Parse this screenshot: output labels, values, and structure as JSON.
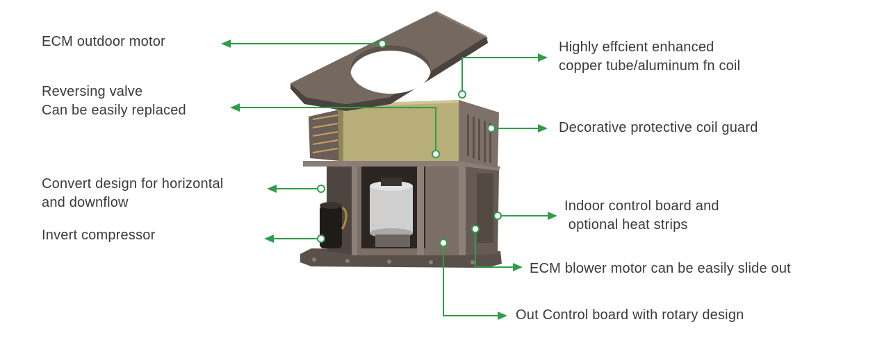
{
  "colors": {
    "leader": "#2f9d48",
    "text": "#3a3a3a",
    "housing": "#6b6059",
    "housing_dark": "#4b423d",
    "lid": "#75695f",
    "coil": "#b7ae7a",
    "motor": "#cfcfcf"
  },
  "labels": {
    "ecm_outdoor_motor": "ECM outdoor motor",
    "reversing_valve_line1": "Reversing valve",
    "reversing_valve_line2": "Can be easily replaced",
    "convert_design_line1": "Convert design for horizontal",
    "convert_design_line2": "and downflow",
    "invert_compressor": "Invert compressor",
    "coil_line1": "Highly effcient enhanced",
    "coil_line2": "copper tube/aluminum fn coil",
    "coil_guard": "Decorative protective coil guard",
    "indoor_board_line1": "Indoor control board and",
    "indoor_board_line2": " optional heat strips",
    "ecm_blower": "ECM blower motor can be easily slide out",
    "out_control_board": "Out Control board with rotary design"
  }
}
